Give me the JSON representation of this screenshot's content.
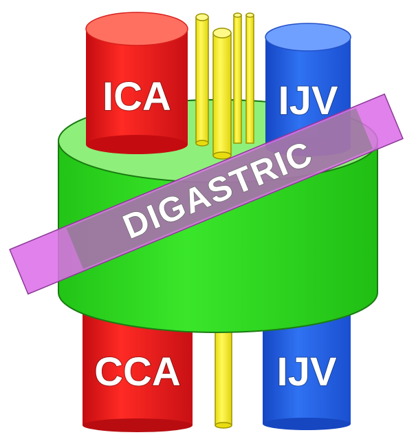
{
  "labels": {
    "ica": "ICA",
    "ijv_upper": "IJV",
    "digastric": "DIGASTRIC",
    "cca": "CCA",
    "ijv_lower": "IJV"
  },
  "colors": {
    "artery": "#e8141a",
    "artery_top": "#ff7060",
    "vein": "#1f5fe0",
    "vein_top": "#6fa0ff",
    "muscle_ring": "#33dd22",
    "muscle_top": "#8ef07a",
    "nerve": "#f5ee1e",
    "digastric_band": "#dd6fe8"
  }
}
